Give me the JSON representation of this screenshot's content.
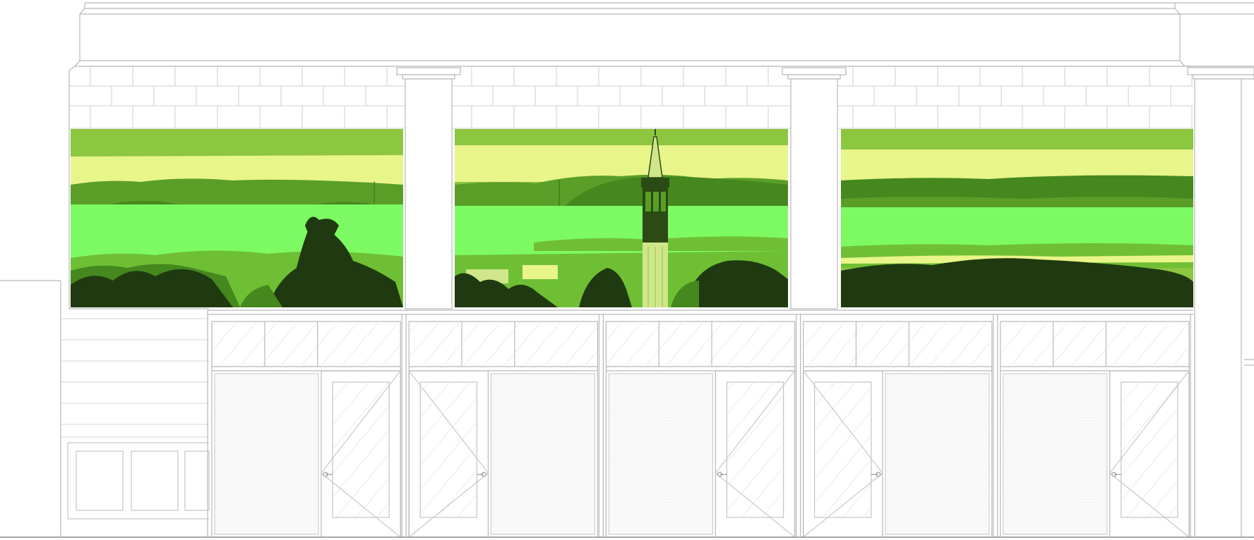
{
  "drawing": {
    "subject": "building-elevation-with-landscape-mural",
    "line_color": "#b8b8b8",
    "line_color_light": "#d2d2d2",
    "mural_palette": {
      "sky_top": "#8dc63f",
      "sky_light": "#e8f589",
      "hills": "#5a9e28",
      "bay": "#7dfa62",
      "city": "#6fbf34",
      "foliage": "#44881e",
      "foliage_dark": "#1f3a10",
      "tower_light": "#cfe68b",
      "tower_dark": "#2c4a14"
    },
    "mural_panels": [
      "left-panel",
      "center-panel-with-tower",
      "right-panel"
    ],
    "door_bays": 5
  }
}
